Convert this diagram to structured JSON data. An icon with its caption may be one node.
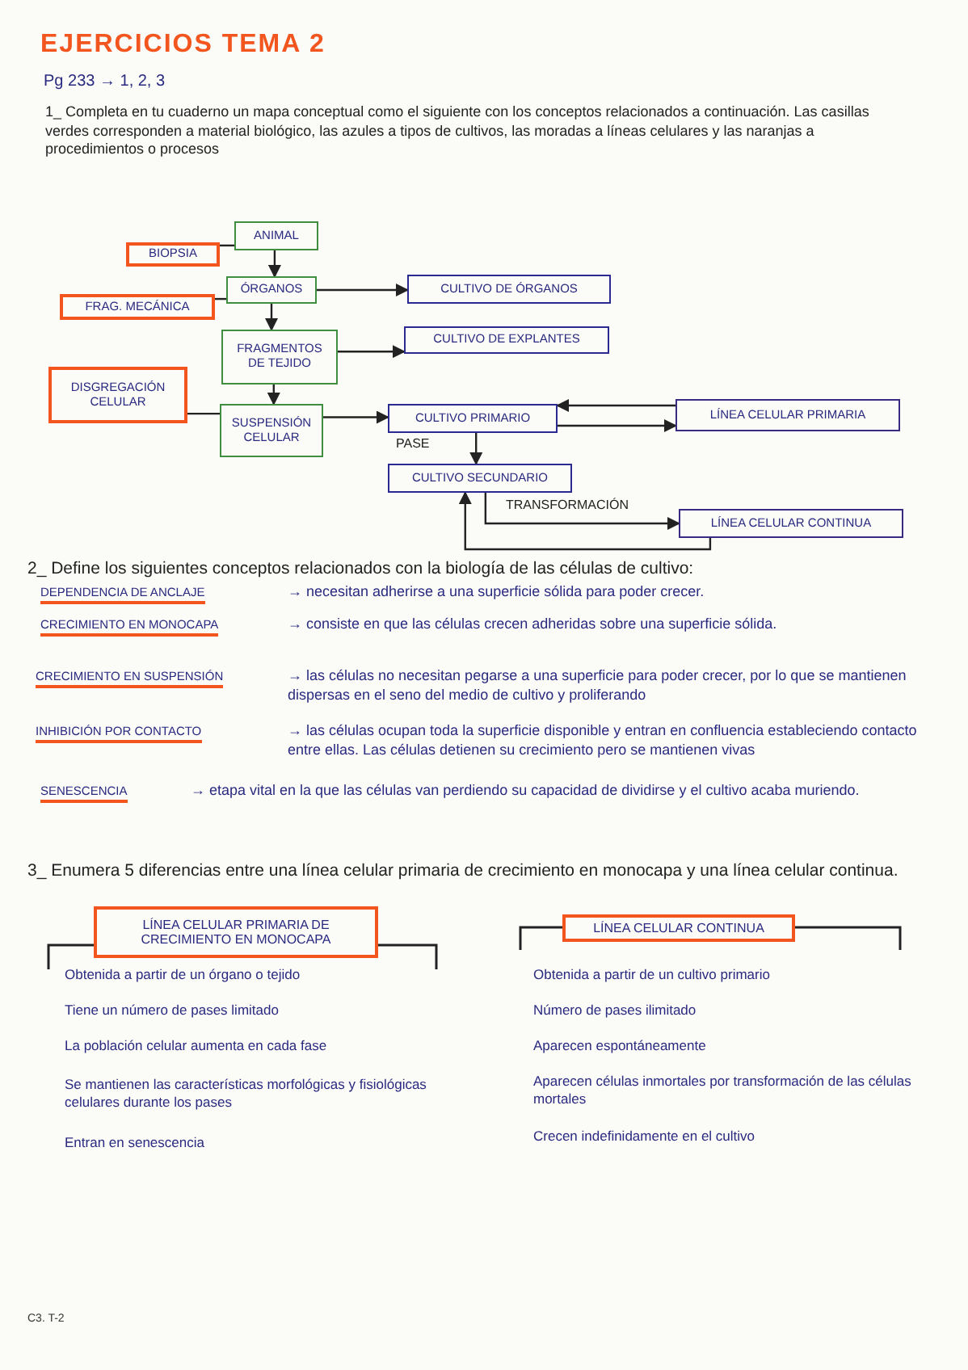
{
  "diagram": {
    "title": "EJERCICIOS TEMA 2",
    "nodes": [
      {
        "text": [
          "ANIMAL"
        ]
      },
      {
        "text": [
          "BIOPSIA"
        ]
      },
      {
        "text": [
          "ÓRGANOS"
        ]
      },
      {
        "text": [
          "CULTIVO DE ÓRGANOS"
        ]
      },
      {
        "text": [
          "FRAG. MECÁNICA"
        ]
      },
      {
        "text": [
          "FRAGMENTOS DE TEJIDO"
        ]
      },
      {
        "text": [
          "CULTIVO DE EXPLANTES"
        ]
      },
      {
        "text": [
          "DISGREGACIÓN CELULAR"
        ]
      },
      {
        "text": [
          "SUSPENSIÓN CELULAR"
        ]
      },
      {
        "text": [
          "CULTIVO PRIMARIO"
        ]
      },
      {
        "text": [
          "LÍNEA CELULAR PRIMARIA"
        ]
      },
      {
        "text": [
          "CULTIVO SECUNDARIO"
        ]
      },
      {
        "text": [
          "LÍNEA CELULAR CONTINUA"
        ]
      },
      {
        "text": [
          "LÍNEA CELULAR PRIMARIA DE CRECIMIENTO EN MONOCAPA"
        ]
      },
      {
        "text": [
          "LÍNEA CELULAR CONTINUA"
        ]
      }
    ],
    "edges": [
      {
        "from": 0,
        "to": 2,
        "arrow": "to"
      },
      {
        "from": 1,
        "to": 0,
        "arrow": "none"
      },
      {
        "from": 2,
        "to": 3,
        "arrow": "to"
      },
      {
        "from": 2,
        "to": 5,
        "arrow": "to"
      },
      {
        "from": 4,
        "to": 2,
        "arrow": "none"
      },
      {
        "from": 5,
        "to": 6,
        "arrow": "to"
      },
      {
        "from": 5,
        "to": 8,
        "arrow": "to"
      },
      {
        "from": 7,
        "to": 8,
        "arrow": "none"
      },
      {
        "from": 8,
        "to": 9,
        "arrow": "to"
      },
      {
        "from": 10,
        "to": 9,
        "arrow": "to"
      },
      {
        "from": 9,
        "to": 10,
        "arrow": "to"
      },
      {
        "from": 9,
        "to": 11,
        "arrow": "to",
        "label": "PASE"
      },
      {
        "from": 11,
        "to": 12,
        "arrow": "to",
        "label": "TRANSFORMACIÓN"
      },
      {
        "from": 12,
        "to": 11,
        "arrow": "to"
      }
    ],
    "labels": [
      "Pg 233 → 1, 2, 3",
      "1_ Completa en tu cuaderno un mapa conceptual como el siguiente con los conceptos relacionados a continuación. Las casillas verdes corresponden a material biológico, las azules a tipos de cultivos, las moradas a líneas celulares y las naranjas a procedimientos o procesos",
      "2_ Define los siguientes conceptos relacionados con la biología de las células de cultivo:",
      "DEPENDENCIA DE ANCLAJE",
      "→ necesitan adherirse a una superficie sólida para poder crecer.",
      "CRECIMIENTO EN MONOCAPA",
      "→ consiste en que las células crecen adheridas sobre una superficie sólida.",
      "CRECIMIENTO EN SUSPENSIÓN",
      "→ las células no necesitan pegarse a una superficie para poder crecer, por lo que se mantienen dispersas en el seno del medio de cultivo y proliferando",
      "INHIBICIÓN POR CONTACTO",
      "→ las células ocupan toda la superficie disponible y entran en confluencia estableciendo contacto entre ellas. Las células detienen su crecimiento pero se mantienen vivas",
      "SENESCENCIA",
      "→ etapa vital en la que las células van perdiendo su capacidad de dividirse y el cultivo acaba muriendo.",
      "3_ Enumera 5 diferencias entre una línea celular primaria de crecimiento en monocapa y una línea celular continua.",
      "Obtenida a partir de un órgano o tejido",
      "Obtenida a partir de un cultivo primario",
      "Tiene un número de pases limitado",
      "Número de pases ilimitado",
      "La población celular aumenta en cada fase",
      "Aparecen espontáneamente",
      "Se mantienen las características morfológicas y fisiológicas celulares durante los pases",
      "Aparecen células inmortales por transformación de las células mortales",
      "Entran en senescencia",
      "Crecen indefinidamente en el cultivo",
      "C3. T-2"
    ]
  }
}
